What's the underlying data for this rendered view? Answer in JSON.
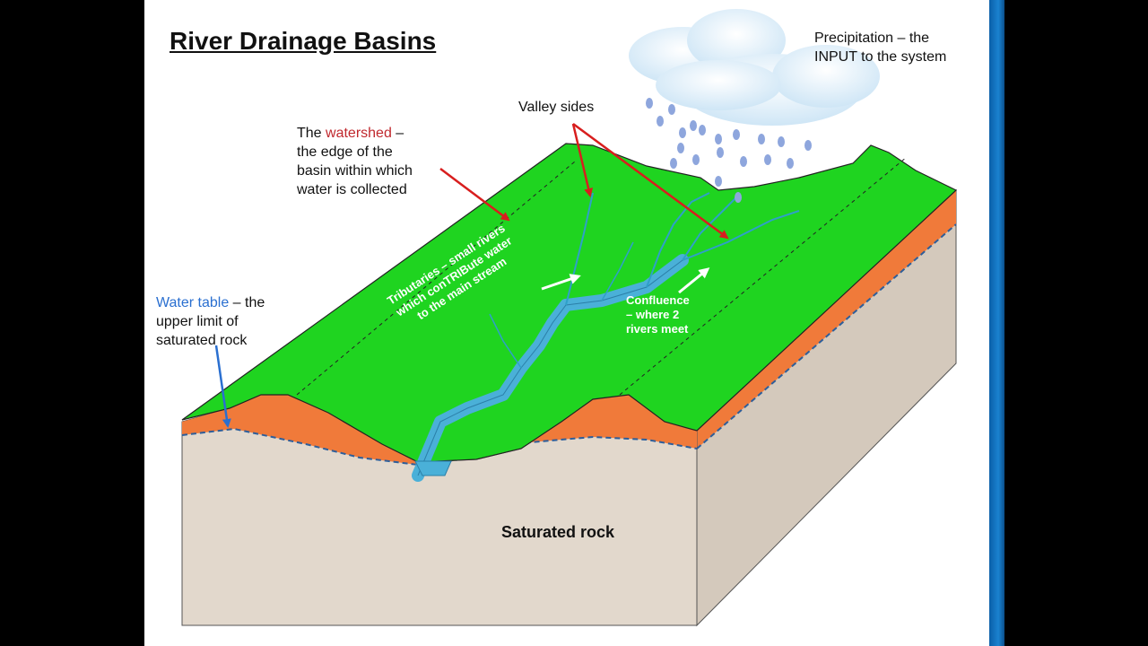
{
  "title": "River Drainage Basins",
  "labels": {
    "precipitation_line1": "Precipitation – the",
    "precipitation_line2": "INPUT  to the system",
    "valley_sides": "Valley sides",
    "watershed_prefix": "The ",
    "watershed_word": "watershed",
    "watershed_suffix": " –",
    "watershed_line2": "the edge of the",
    "watershed_line3": "basin within which",
    "watershed_line4": "water is collected",
    "water_table_word": "Water table",
    "water_table_suffix": " – the",
    "water_table_line2": "upper limit of",
    "water_table_line3": "saturated rock",
    "tributaries_line1": "Tributaries – small rivers",
    "tributaries_line2": "which conTRIBute water",
    "tributaries_line3": "to the main stream",
    "confluence_line1": "Confluence",
    "confluence_line2": "– where 2",
    "confluence_line3": "rivers meet",
    "saturated_rock": "Saturated rock"
  },
  "colors": {
    "grass": "#1fd420",
    "soil": "#f07a3a",
    "rock": "#e2d8cc",
    "river": "#4ab0d8",
    "arrow_red": "#d81e1e",
    "arrow_blue": "#2a6fd0",
    "watershed_red": "#c0282d",
    "water_table_blue": "#2a6fd0",
    "frame_accent": "#1a82d0"
  }
}
